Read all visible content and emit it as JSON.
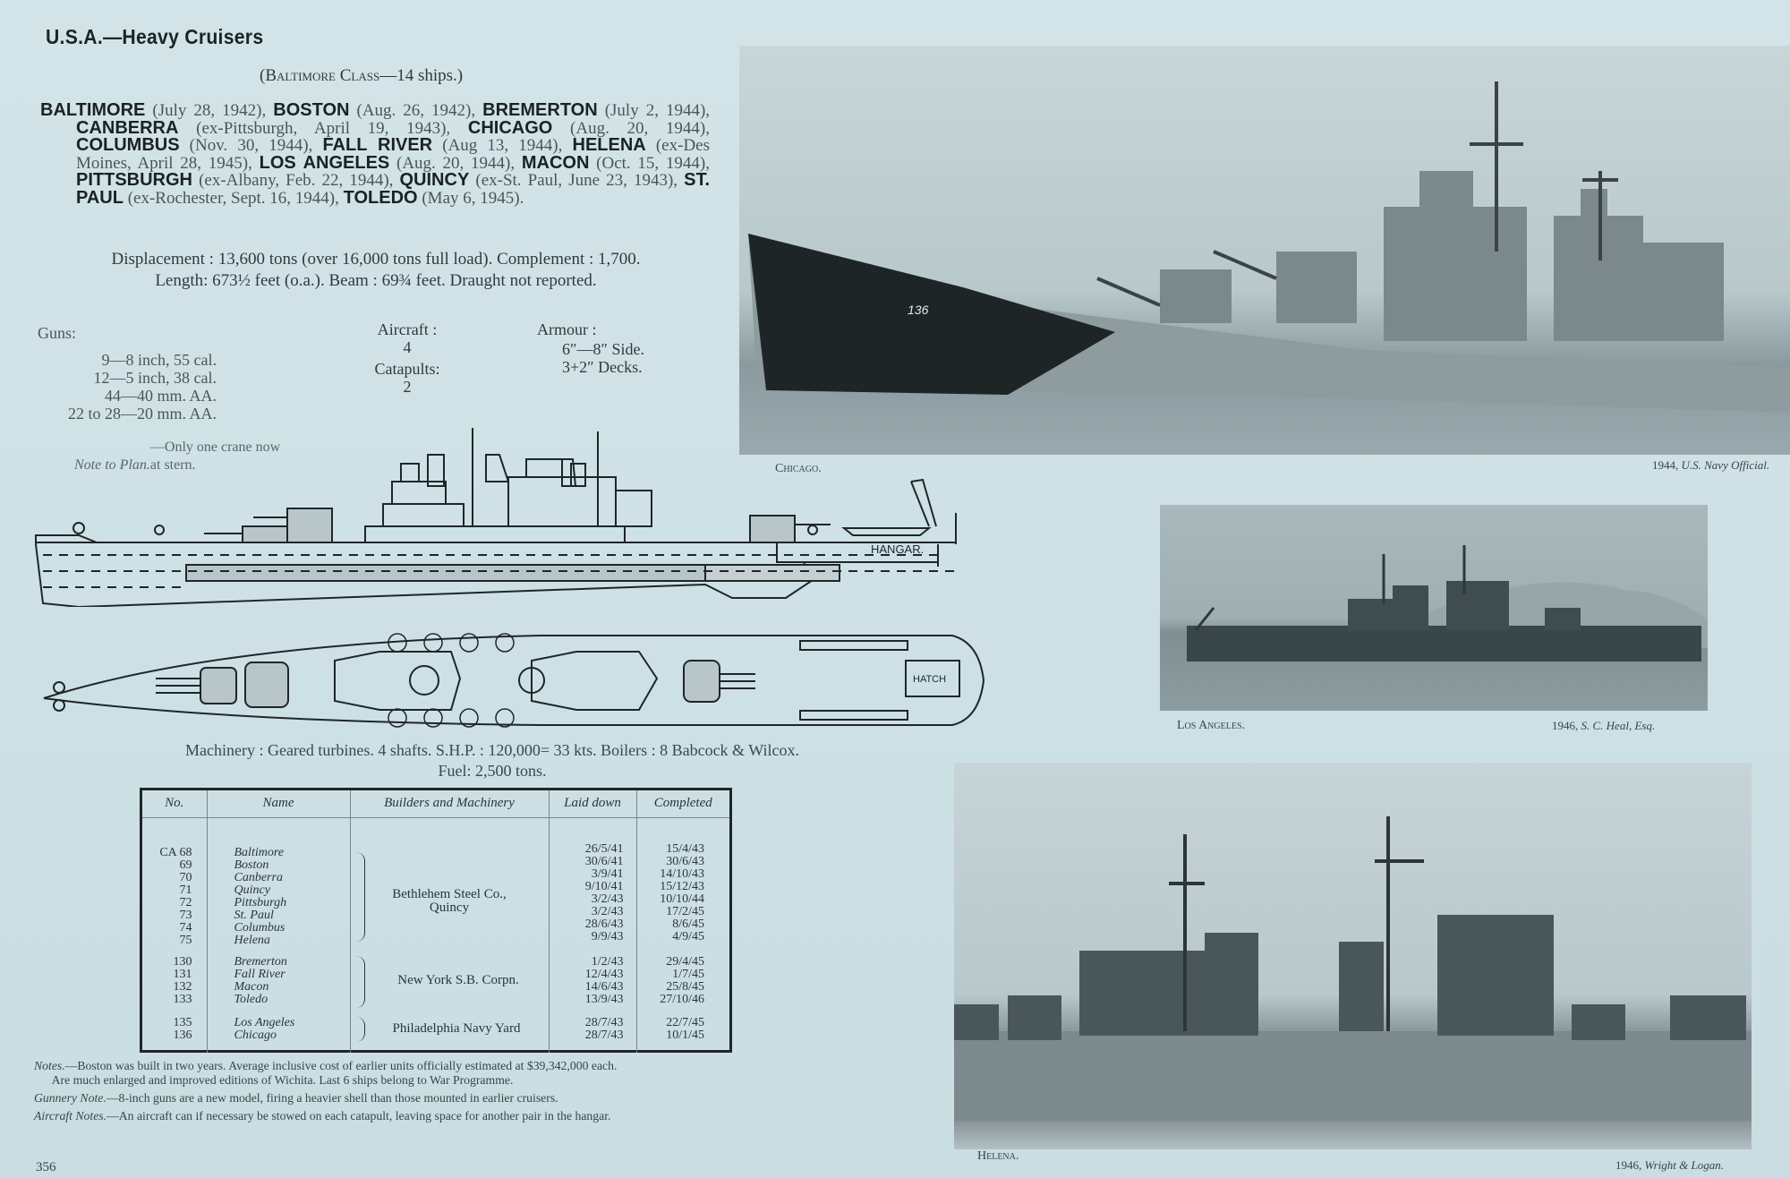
{
  "page": {
    "header": "U.S.A.—Heavy Cruisers",
    "class_line_prefix": "(",
    "class_name": "Baltimore Class",
    "class_line_suffix": "—14 ships.)",
    "page_number": "356",
    "background_color": "#cfe1e6"
  },
  "ships_list": [
    {
      "name": "BALTIMORE",
      "detail": "(July 28, 1942),"
    },
    {
      "name": "BOSTON",
      "detail": "(Aug. 26, 1942),"
    },
    {
      "name": "BREMERTON",
      "detail": "(July 2, 1944),"
    },
    {
      "name": "CANBERRA",
      "detail": "(ex-Pittsburgh, April 19, 1943),"
    },
    {
      "name": "CHICAGO",
      "detail": "(Aug. 20, 1944),"
    },
    {
      "name": "COLUMBUS",
      "detail": "(Nov. 30, 1944),"
    },
    {
      "name": "FALL RIVER",
      "detail": "(Aug 13, 1944),"
    },
    {
      "name": "HELENA",
      "detail": "(ex-Des Moines, April 28, 1945),"
    },
    {
      "name": "LOS ANGELES",
      "detail": "(Aug. 20, 1944),"
    },
    {
      "name": "MACON",
      "detail": "(Oct. 15, 1944),"
    },
    {
      "name": "PITTSBURGH",
      "detail": "(ex-Albany, Feb. 22, 1944),"
    },
    {
      "name": "QUINCY",
      "detail": "(ex-St. Paul, June 23, 1943),"
    },
    {
      "name": "ST. PAUL",
      "detail": "(ex-Rochester, Sept. 16, 1944),"
    },
    {
      "name": "TOLEDO",
      "detail": "(May 6, 1945)."
    }
  ],
  "specs": {
    "displacement": "Displacement : 13,600 tons (over 16,000 tons full load).  Complement : 1,700.",
    "dimensions": "Length: 673½ feet (o.a.).   Beam : 69¾ feet.   Draught not reported.",
    "guns_label": "Guns:",
    "guns": [
      "9—8 inch, 55 cal.",
      "12—5 inch, 38 cal.",
      "44—40 mm. AA.",
      "22 to 28—20 mm. AA."
    ],
    "aircraft_label": "Aircraft :",
    "aircraft_value": "4",
    "catapults_label": "Catapults:",
    "catapults_value": "2",
    "armour_label": "Armour :",
    "armour": [
      "6″—8″ Side.",
      "3+2″ Decks."
    ],
    "note_to_plan_label": "Note to Plan.",
    "note_to_plan_text": "—Only one crane now at stern.",
    "machinery": "Machinery : Geared turbines.   4 shafts.   S.H.P. : 120,000= 33 kts.   Boilers : 8 Babcock & Wilcox.",
    "fuel": "Fuel:  2,500 tons."
  },
  "diagram": {
    "profile_label": "HANGAR.",
    "plan_label": "HATCH"
  },
  "table": {
    "headers": [
      "No.",
      "Name",
      "Builders and Machinery",
      "Laid down",
      "Completed"
    ],
    "groups": [
      {
        "builder": "Bethlehem Steel Co., Quincy",
        "rows": [
          {
            "no": "CA 68",
            "name": "Baltimore",
            "laid": "26/5/41",
            "completed": "15/4/43"
          },
          {
            "no": "69",
            "name": "Boston",
            "laid": "30/6/41",
            "completed": "30/6/43"
          },
          {
            "no": "70",
            "name": "Canberra",
            "laid": "3/9/41",
            "completed": "14/10/43"
          },
          {
            "no": "71",
            "name": "Quincy",
            "laid": "9/10/41",
            "completed": "15/12/43"
          },
          {
            "no": "72",
            "name": "Pittsburgh",
            "laid": "3/2/43",
            "completed": "10/10/44"
          },
          {
            "no": "73",
            "name": "St. Paul",
            "laid": "3/2/43",
            "completed": "17/2/45"
          },
          {
            "no": "74",
            "name": "Columbus",
            "laid": "28/6/43",
            "completed": "8/6/45"
          },
          {
            "no": "75",
            "name": "Helena",
            "laid": "9/9/43",
            "completed": "4/9/45"
          }
        ]
      },
      {
        "builder": "New York S.B. Corpn.",
        "rows": [
          {
            "no": "130",
            "name": "Bremerton",
            "laid": "1/2/43",
            "completed": "29/4/45"
          },
          {
            "no": "131",
            "name": "Fall River",
            "laid": "12/4/43",
            "completed": "1/7/45"
          },
          {
            "no": "132",
            "name": "Macon",
            "laid": "14/6/43",
            "completed": "25/8/45"
          },
          {
            "no": "133",
            "name": "Toledo",
            "laid": "13/9/43",
            "completed": "27/10/46"
          }
        ]
      },
      {
        "builder": "Philadelphia Navy Yard",
        "rows": [
          {
            "no": "135",
            "name": "Los Angeles",
            "laid": "28/7/43",
            "completed": "22/7/45"
          },
          {
            "no": "136",
            "name": "Chicago",
            "laid": "28/7/43",
            "completed": "10/1/45"
          }
        ]
      }
    ]
  },
  "notes": [
    {
      "label": "Notes.",
      "text": "—Boston was built in two years.  Average inclusive cost of earlier units officially estimated at $39,342,000 each."
    },
    {
      "label": "",
      "text": "Are much enlarged and improved editions of Wichita.  Last 6 ships belong to War Programme."
    },
    {
      "label": "Gunnery Note.",
      "text": "—8-inch guns are a new model, firing a heavier shell than those mounted in earlier cruisers."
    },
    {
      "label": "Aircraft Notes.",
      "text": "—An aircraft can if necessary be stowed on each catapult, leaving space for another pair in the hangar."
    }
  ],
  "photos": [
    {
      "id": "chicago",
      "caption": "Chicago.",
      "credit_year": "1944,",
      "credit_source": "U.S. Navy Official.",
      "hull_number": "136"
    },
    {
      "id": "los_angeles",
      "caption": "Los Angeles.",
      "credit_year": "1946,",
      "credit_source": "S. C. Heal, Esq."
    },
    {
      "id": "helena",
      "caption": "Helena.",
      "credit_year": "1946,",
      "credit_source": "Wright & Logan."
    }
  ]
}
